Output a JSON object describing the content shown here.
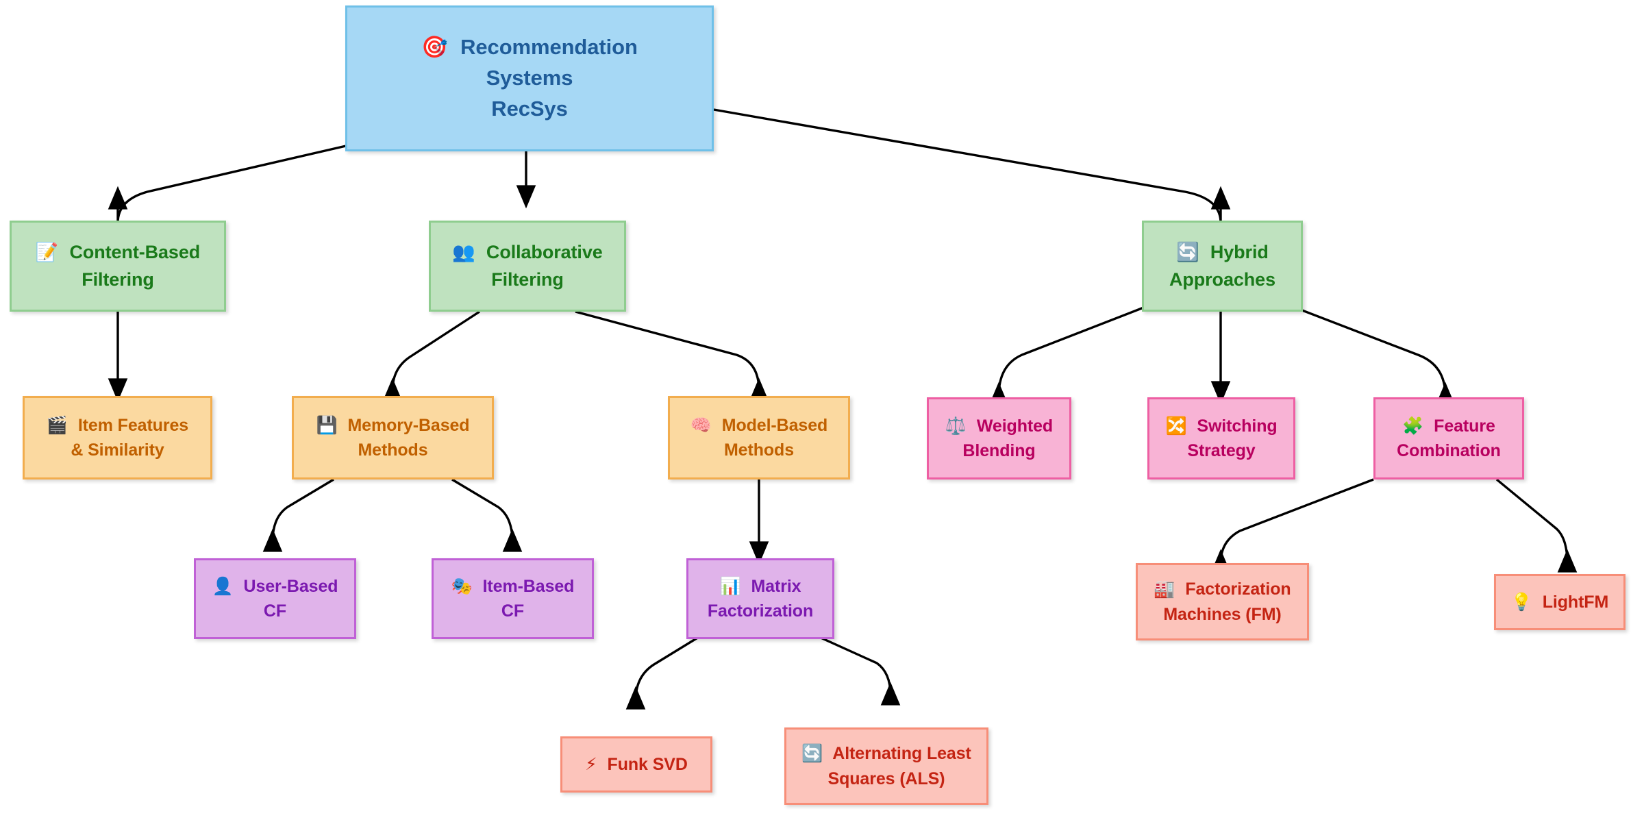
{
  "diagram": {
    "title": "Recommendation Systems taxonomy mindmap",
    "background": "#ffffff",
    "edge_color": "#000000"
  },
  "palette": {
    "root_fill": "#a6d8f5",
    "root_border": "#6fc0e8",
    "root_text": "#1f5c99",
    "green_fill": "#bfe2bf",
    "green_border": "#8fcd8f",
    "green_text": "#1a7a1a",
    "orange_fill": "#fbd9a0",
    "orange_border": "#f2ad4e",
    "orange_text": "#c06000",
    "pink_fill": "#f8b3d5",
    "pink_border": "#ee5fa3",
    "pink_text": "#b8005f",
    "purple_fill": "#e0b3ea",
    "purple_border": "#c061d6",
    "purple_text": "#7b19b0",
    "salmon_fill": "#fcc4bb",
    "salmon_border": "#f78e78",
    "salmon_text": "#c42413"
  },
  "nodes": {
    "root": {
      "icon": "direct-hit-icon",
      "icon_glyph": "🎯",
      "line1": "Recommendation",
      "line2": "Systems",
      "line3": "RecSys"
    },
    "content_based": {
      "icon": "memo-icon",
      "icon_glyph": "📝",
      "line1": "Content-Based",
      "line2": "Filtering"
    },
    "collaborative": {
      "icon": "busts-in-silhouette-icon",
      "icon_glyph": "👥",
      "line1": "Collaborative",
      "line2": "Filtering"
    },
    "hybrid": {
      "icon": "counterclockwise-arrows-icon",
      "icon_glyph": "🔄",
      "line1": "Hybrid",
      "line2": "Approaches"
    },
    "item_features": {
      "icon": "clapper-board-icon",
      "icon_glyph": "🎬",
      "line1": "Item Features",
      "line2": "& Similarity"
    },
    "memory_based": {
      "icon": "floppy-disk-icon",
      "icon_glyph": "💾",
      "line1": "Memory-Based",
      "line2": "Methods"
    },
    "model_based": {
      "icon": "brain-icon",
      "icon_glyph": "🧠",
      "line1": "Model-Based",
      "line2": "Methods"
    },
    "weighted_blending": {
      "icon": "balance-scale-icon",
      "icon_glyph": "⚖️",
      "line1": "Weighted",
      "line2": "Blending"
    },
    "switching_strategy": {
      "icon": "shuffle-tracks-icon",
      "icon_glyph": "🔀",
      "line1": "Switching",
      "line2": "Strategy"
    },
    "feature_combination": {
      "icon": "puzzle-piece-icon",
      "icon_glyph": "🧩",
      "line1": "Feature",
      "line2": "Combination"
    },
    "user_based_cf": {
      "icon": "bust-in-silhouette-icon",
      "icon_glyph": "👤",
      "line1": "User-Based",
      "line2": "CF"
    },
    "item_based_cf": {
      "icon": "performing-arts-icon",
      "icon_glyph": "🎭",
      "line1": "Item-Based",
      "line2": "CF"
    },
    "matrix_factorization": {
      "icon": "bar-chart-icon",
      "icon_glyph": "📊",
      "line1": "Matrix",
      "line2": "Factorization"
    },
    "factorization_machines": {
      "icon": "factory-icon",
      "icon_glyph": "🏭",
      "line1": "Factorization",
      "line2": "Machines (FM)"
    },
    "lightfm": {
      "icon": "light-bulb-icon",
      "icon_glyph": "💡",
      "line1": "LightFM"
    },
    "funk_svd": {
      "icon": "high-voltage-icon",
      "icon_glyph": "⚡",
      "line1": "Funk SVD"
    },
    "alternating_least_squares": {
      "icon": "counterclockwise-arrows-icon",
      "icon_glyph": "🔄",
      "line1": "Alternating Least",
      "line2": "Squares (ALS)"
    }
  },
  "edges": [
    {
      "from": "root",
      "to": "content_based"
    },
    {
      "from": "root",
      "to": "collaborative"
    },
    {
      "from": "root",
      "to": "hybrid"
    },
    {
      "from": "content_based",
      "to": "item_features"
    },
    {
      "from": "collaborative",
      "to": "memory_based"
    },
    {
      "from": "collaborative",
      "to": "model_based"
    },
    {
      "from": "hybrid",
      "to": "weighted_blending"
    },
    {
      "from": "hybrid",
      "to": "switching_strategy"
    },
    {
      "from": "hybrid",
      "to": "feature_combination"
    },
    {
      "from": "memory_based",
      "to": "user_based_cf"
    },
    {
      "from": "memory_based",
      "to": "item_based_cf"
    },
    {
      "from": "model_based",
      "to": "matrix_factorization"
    },
    {
      "from": "matrix_factorization",
      "to": "funk_svd"
    },
    {
      "from": "matrix_factorization",
      "to": "alternating_least_squares"
    },
    {
      "from": "feature_combination",
      "to": "factorization_machines"
    },
    {
      "from": "feature_combination",
      "to": "lightfm"
    }
  ]
}
